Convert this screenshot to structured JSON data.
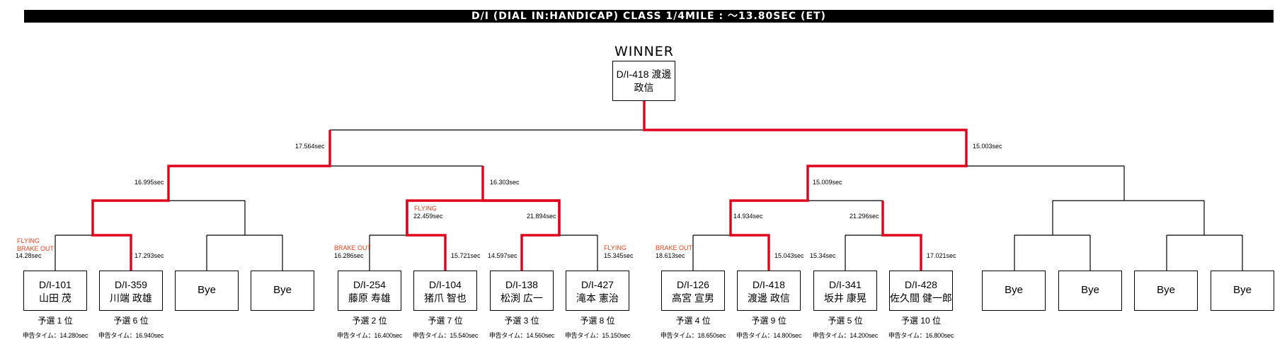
{
  "title": "D/I  (DIAL IN:HANDICAP)  CLASS     1/4MILE : ～13.80SEC (ET)",
  "winner": {
    "label": "WINNER",
    "id": "D/I-418",
    "name": "渡邊 政信"
  },
  "entries": [
    {
      "id": "D/I-101",
      "name": "山田 茂",
      "rank": "予選 1 位",
      "declared": "申告タイム：14.280sec"
    },
    {
      "id": "D/I-359",
      "name": "川端 政雄",
      "rank": "予選 6 位",
      "declared": "申告タイム：16.940sec"
    },
    {
      "bye": "Bye"
    },
    {
      "bye": "Bye"
    },
    {
      "id": "D/I-254",
      "name": "藤原 寿雄",
      "rank": "予選 2 位",
      "declared": "申告タイム：16.400sec"
    },
    {
      "id": "D/I-104",
      "name": "猪爪 智也",
      "rank": "予選 7 位",
      "declared": "申告タイム：15.540sec"
    },
    {
      "id": "D/I-138",
      "name": "松渕 広一",
      "rank": "予選 3 位",
      "declared": "申告タイム：14.560sec"
    },
    {
      "id": "D/I-427",
      "name": "滝本 憲治",
      "rank": "予選 8 位",
      "declared": "申告タイム：15.150sec"
    },
    {
      "id": "D/I-126",
      "name": "高宮 宣男",
      "rank": "予選 4 位",
      "declared": "申告タイム：18.650sec"
    },
    {
      "id": "D/I-418",
      "name": "渡邊 政信",
      "rank": "予選 9 位",
      "declared": "申告タイム：14.800sec"
    },
    {
      "id": "D/I-341",
      "name": "坂井 康晃",
      "rank": "予選 5 位",
      "declared": "申告タイム：14.200sec"
    },
    {
      "id": "D/I-428",
      "name": "佐久間 健一郎",
      "rank": "予選 10 位",
      "declared": "申告タイム：16.800sec"
    },
    {
      "bye": "Bye"
    },
    {
      "bye": "Bye"
    },
    {
      "bye": "Bye"
    },
    {
      "bye": "Bye"
    }
  ],
  "times": {
    "r1_101": "14.28sec",
    "r1_359": "17.293sec",
    "r1_254": "16.286sec",
    "r1_104": "15.721sec",
    "r1_138": "14.597sec",
    "r1_427": "15.345sec",
    "r1_126": "18.613sec",
    "r1_418": "15.043sec",
    "r1_341": "15.34sec",
    "r1_428": "17.021sec",
    "r2_359": "16.995sec",
    "r2_104": "22.459sec",
    "r2_138": "21.894sec",
    "r2_418": "14.934sec",
    "r2_428": "21.296sec",
    "r3_359": "17.564sec",
    "r3_138": "16.303sec",
    "r3_418": "15.009sec",
    "final_418": "15.003sec"
  },
  "notes": {
    "flying": "FLYING",
    "brake_out": "BRAKE OUT"
  },
  "colors": {
    "win_path": "#e0001b",
    "line": "#000000",
    "note": "#e8421a"
  }
}
